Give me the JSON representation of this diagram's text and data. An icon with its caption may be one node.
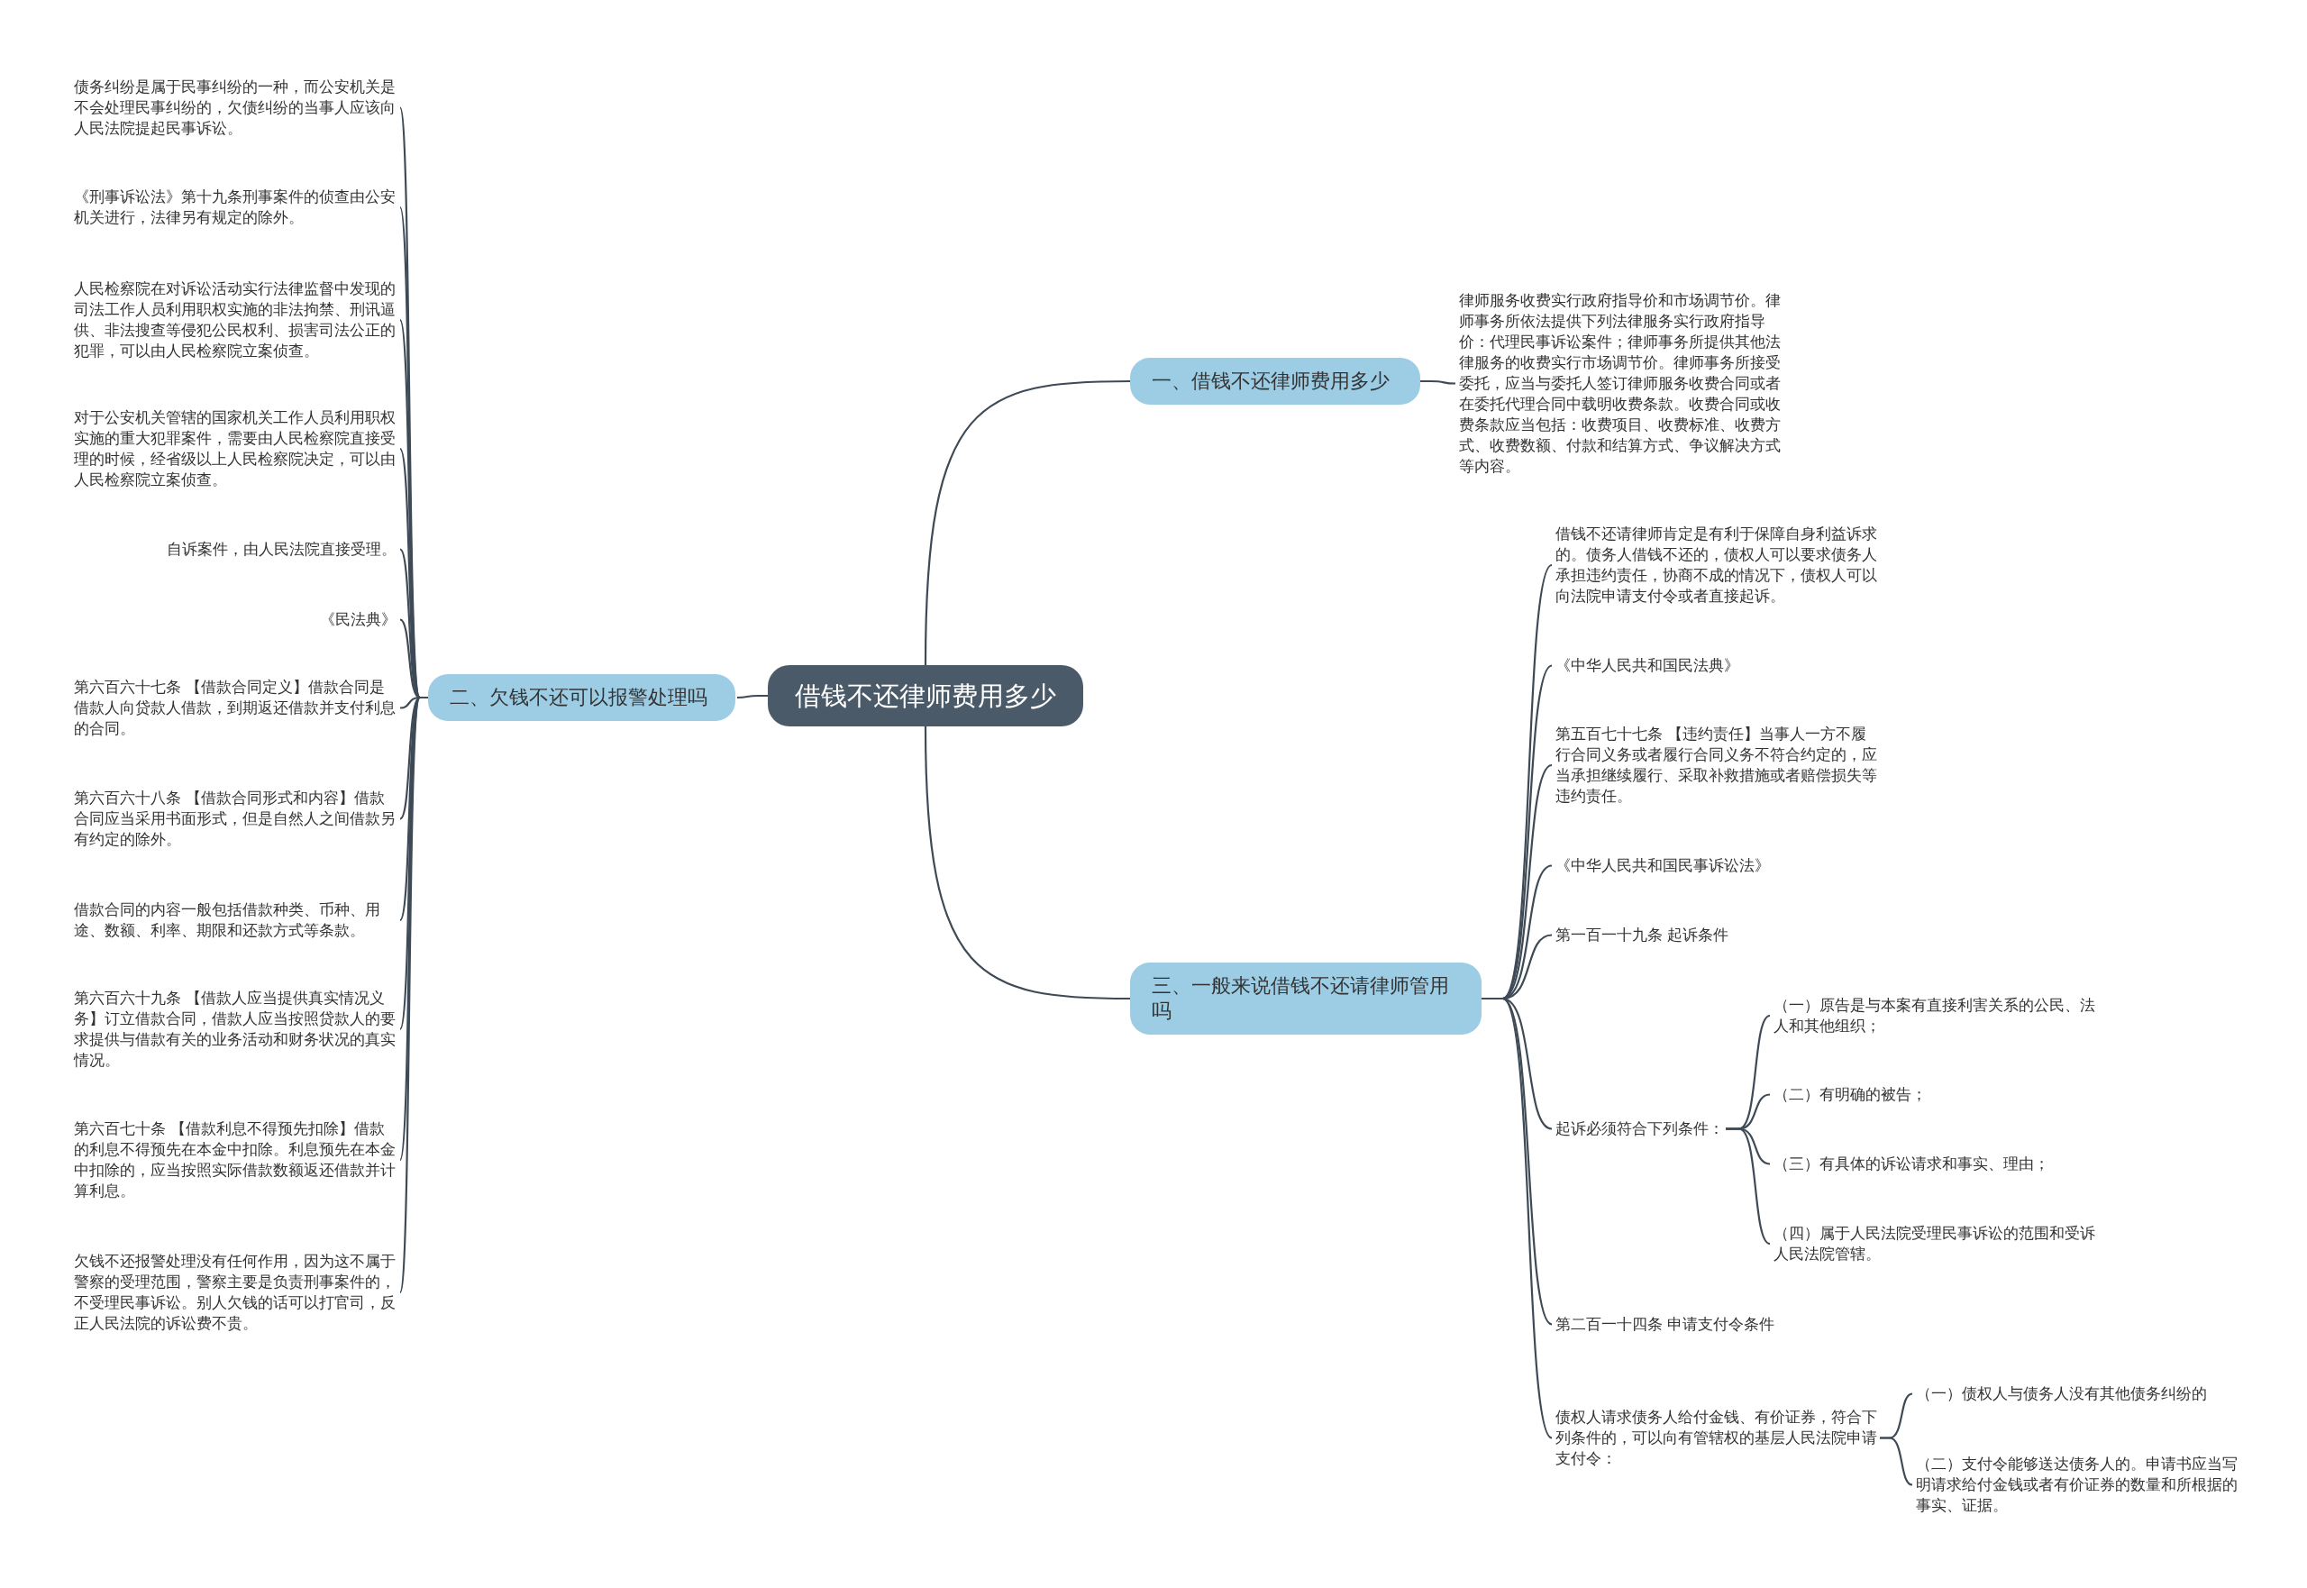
{
  "diagram": {
    "nodes": [
      {
        "text": [
          "借钱不还律师费用多少"
        ]
      },
      {
        "text": [
          "一、借钱不还律师费用多少"
        ]
      },
      {
        "text": [
          "律师服务收费实行政府指导价和市场调节价。律师事务所依法提供下列法律服务实行政府指导价：代理民事诉讼案件；律师事务所提供其他法律服务的收费实行市场调节价。律师事务所接受委托，应当与委托人签订律师服务收费合同或者在委托代理合同中载明收费条款。收费合同或收费条款应当包括：收费项目、收费标准、收费方式、收费数额、付款和结算方式、争议解决方式等内容。"
        ]
      },
      {
        "text": [
          "二、欠钱不还可以报警处理吗"
        ]
      },
      {
        "text": [
          "债务纠纷是属于民事纠纷的一种，而公安机关是不会处理民事纠纷的，欠债纠纷的当事人应该向人民法院提起民事诉讼。"
        ]
      },
      {
        "text": [
          "《刑事诉讼法》第十九条刑事案件的侦查由公安机关进行，法律另有规定的除外。"
        ]
      },
      {
        "text": [
          "人民检察院在对诉讼活动实行法律监督中发现的司法工作人员利用职权实施的非法拘禁、刑讯逼供、非法搜查等侵犯公民权利、损害司法公正的犯罪，可以由人民检察院立案侦查。"
        ]
      },
      {
        "text": [
          "对于公安机关管辖的国家机关工作人员利用职权实施的重大犯罪案件，需要由人民检察院直接受理的时候，经省级以上人民检察院决定，可以由人民检察院立案侦查。"
        ]
      },
      {
        "text": [
          "自诉案件，由人民法院直接受理。"
        ]
      },
      {
        "text": [
          "《民法典》"
        ]
      },
      {
        "text": [
          "第六百六十七条 【借款合同定义】借款合同是借款人向贷款人借款，到期返还借款并支付利息的合同。"
        ]
      },
      {
        "text": [
          "第六百六十八条 【借款合同形式和内容】借款合同应当采用书面形式，但是自然人之间借款另有约定的除外。"
        ]
      },
      {
        "text": [
          "借款合同的内容一般包括借款种类、币种、用途、数额、利率、期限和还款方式等条款。"
        ]
      },
      {
        "text": [
          "第六百六十九条 【借款人应当提供真实情况义务】订立借款合同，借款人应当按照贷款人的要求提供与借款有关的业务活动和财务状况的真实情况。"
        ]
      },
      {
        "text": [
          "第六百七十条 【借款利息不得预先扣除】借款的利息不得预先在本金中扣除。利息预先在本金中扣除的，应当按照实际借款数额返还借款并计算利息。"
        ]
      },
      {
        "text": [
          "欠钱不还报警处理没有任何作用，因为这不属于警察的受理范围，警察主要是负责刑事案件的，不受理民事诉讼。别人欠钱的话可以打官司，反正人民法院的诉讼费不贵。"
        ]
      },
      {
        "text": [
          "三、一般来说借钱不还请律师管用吗"
        ]
      },
      {
        "text": [
          "借钱不还请律师肯定是有利于保障自身利益诉求的。债务人借钱不还的，债权人可以要求债务人承担违约责任，协商不成的情况下，债权人可以向法院申请支付令或者直接起诉。"
        ]
      },
      {
        "text": [
          "《中华人民共和国民法典》"
        ]
      },
      {
        "text": [
          "第五百七十七条 【违约责任】当事人一方不履行合同义务或者履行合同义务不符合约定的，应当承担继续履行、采取补救措施或者赔偿损失等违约责任。"
        ]
      },
      {
        "text": [
          "《中华人民共和国民事诉讼法》"
        ]
      },
      {
        "text": [
          "第一百一十九条 起诉条件"
        ]
      },
      {
        "text": [
          "起诉必须符合下列条件："
        ]
      },
      {
        "text": [
          "（一）原告是与本案有直接利害关系的公民、法人和其他组织；"
        ]
      },
      {
        "text": [
          "（二）有明确的被告；"
        ]
      },
      {
        "text": [
          "（三）有具体的诉讼请求和事实、理由；"
        ]
      },
      {
        "text": [
          "（四）属于人民法院受理民事诉讼的范围和受诉人民法院管辖。"
        ]
      },
      {
        "text": [
          "第二百一十四条 申请支付令条件"
        ]
      },
      {
        "text": [
          "债权人请求债务人给付金钱、有价证券，符合下列条件的，可以向有管辖权的基层人民法院申请支付令："
        ]
      },
      {
        "text": [
          "（一）债权人与债务人没有其他债务纠纷的"
        ]
      },
      {
        "text": [
          "（二）支付令能够送达债务人的。申请书应当写明请求给付金钱或者有价证券的数量和所根据的事实、证据。"
        ]
      }
    ],
    "edges": [
      {
        "from": 0,
        "to": 1,
        "arrow": "none"
      },
      {
        "from": 1,
        "to": 2,
        "arrow": "none"
      },
      {
        "from": 0,
        "to": 3,
        "arrow": "none"
      },
      {
        "from": 3,
        "to": 4,
        "arrow": "none"
      },
      {
        "from": 3,
        "to": 5,
        "arrow": "none"
      },
      {
        "from": 3,
        "to": 6,
        "arrow": "none"
      },
      {
        "from": 3,
        "to": 7,
        "arrow": "none"
      },
      {
        "from": 3,
        "to": 8,
        "arrow": "none"
      },
      {
        "from": 3,
        "to": 9,
        "arrow": "none"
      },
      {
        "from": 3,
        "to": 10,
        "arrow": "none"
      },
      {
        "from": 3,
        "to": 11,
        "arrow": "none"
      },
      {
        "from": 3,
        "to": 12,
        "arrow": "none"
      },
      {
        "from": 3,
        "to": 13,
        "arrow": "none"
      },
      {
        "from": 3,
        "to": 14,
        "arrow": "none"
      },
      {
        "from": 3,
        "to": 15,
        "arrow": "none"
      },
      {
        "from": 0,
        "to": 16,
        "arrow": "none"
      },
      {
        "from": 16,
        "to": 17,
        "arrow": "none"
      },
      {
        "from": 16,
        "to": 18,
        "arrow": "none"
      },
      {
        "from": 16,
        "to": 19,
        "arrow": "none"
      },
      {
        "from": 16,
        "to": 20,
        "arrow": "none"
      },
      {
        "from": 16,
        "to": 21,
        "arrow": "none"
      },
      {
        "from": 16,
        "to": 22,
        "arrow": "none"
      },
      {
        "from": 22,
        "to": 23,
        "arrow": "none"
      },
      {
        "from": 22,
        "to": 24,
        "arrow": "none"
      },
      {
        "from": 22,
        "to": 25,
        "arrow": "none"
      },
      {
        "from": 22,
        "to": 26,
        "arrow": "none"
      },
      {
        "from": 16,
        "to": 27,
        "arrow": "none"
      },
      {
        "from": 16,
        "to": 28,
        "arrow": "none"
      },
      {
        "from": 28,
        "to": 29,
        "arrow": "none"
      },
      {
        "from": 28,
        "to": 30,
        "arrow": "none"
      }
    ]
  }
}
